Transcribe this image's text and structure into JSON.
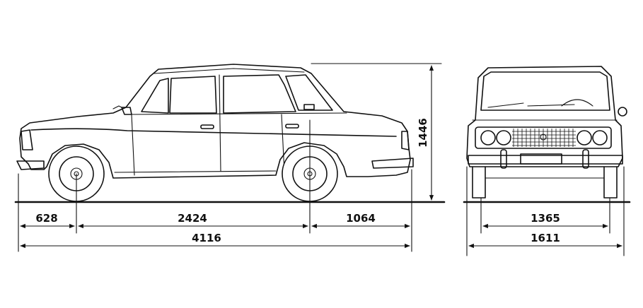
{
  "dimensions": {
    "front_overhang": "628",
    "wheelbase": "2424",
    "rear_overhang": "1064",
    "overall_length": "4116",
    "height": "1446",
    "track": "1365",
    "overall_width": "1611"
  },
  "colors": {
    "ink": "#111111",
    "paper": "#ffffff"
  }
}
